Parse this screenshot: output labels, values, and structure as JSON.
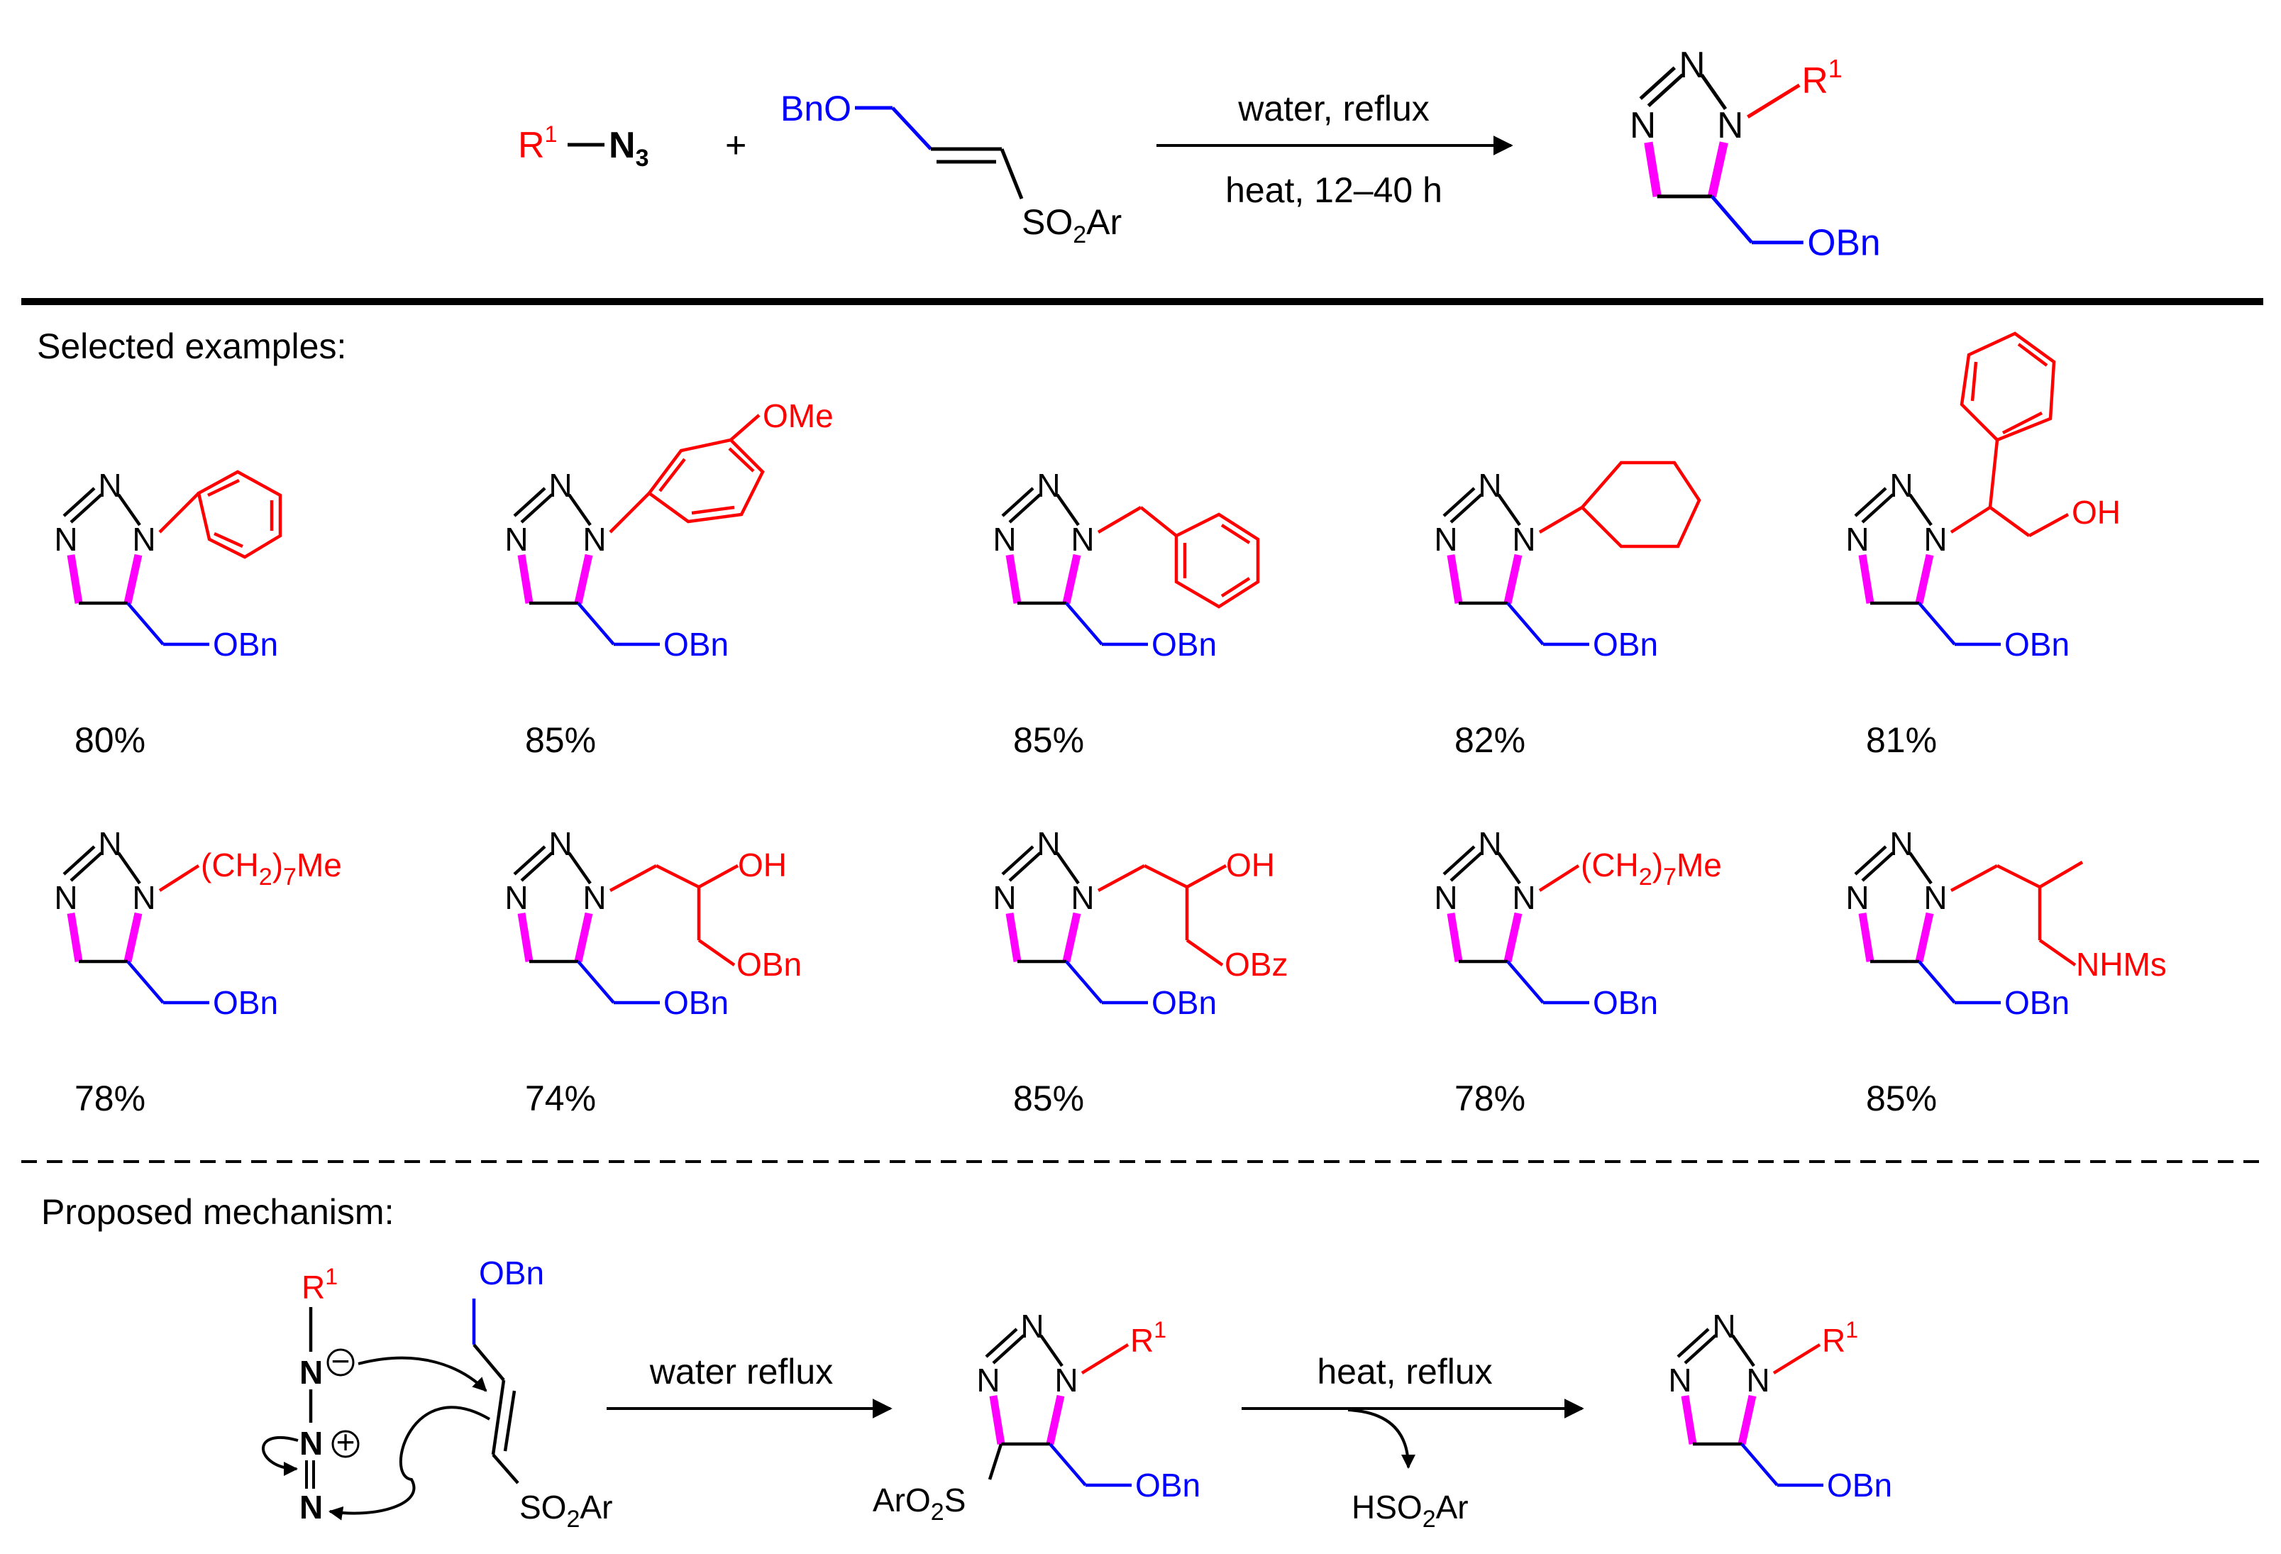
{
  "colors": {
    "substituent": "#ff0000",
    "chain": "#0000ff",
    "new_bond": "#ff00ff",
    "ink": "#000000"
  },
  "reaction": {
    "azide_r": "R",
    "azide_r_sup": "1",
    "azide_n": "N",
    "azide_n_sub": "3",
    "plus": "+",
    "alkene_obn": "BnO",
    "alkene_so2": "SO",
    "alkene_so2_sub": "2",
    "alkene_so2_ar": "Ar",
    "condition_top": "water,  reflux",
    "condition_bottom": "heat, 12–40 h",
    "product_r": "R",
    "product_r_sup": "1",
    "product_obn": "OBn"
  },
  "examples_heading": "Selected examples:",
  "examples": [
    {
      "yield": "80%",
      "chain": "OBn"
    },
    {
      "yield": "85%",
      "chain": "OBn",
      "substituent": "OMe"
    },
    {
      "yield": "85%",
      "chain": "OBn"
    },
    {
      "yield": "82%",
      "chain": "OBn"
    },
    {
      "yield": "81%",
      "chain": "OBn",
      "substituent": "OH"
    },
    {
      "yield": "78%",
      "chain": "OBn",
      "substituent": "(CH",
      "sub2": "2",
      "substituent_tail": ")",
      "sub7": "7",
      "substituent_end": "Me"
    },
    {
      "yield": "74%",
      "chain": "OBn",
      "substituent": "OH",
      "substituent2": "OBn"
    },
    {
      "yield": "85%",
      "chain": "OBn",
      "substituent": "OH",
      "substituent2": "OBz"
    },
    {
      "yield": "78%",
      "chain": "OBn",
      "substituent": "(CH",
      "sub2": "2",
      "substituent_tail": ")",
      "sub7": "7",
      "substituent_end": "Me"
    },
    {
      "yield": "85%",
      "chain": "OBn",
      "substituent": "NHMs"
    }
  ],
  "mechanism_heading": "Proposed mechanism:",
  "mechanism": {
    "r": "R",
    "r_sup": "1",
    "n_minus": "N",
    "minus": "−",
    "n_plus": "N",
    "plus": "+",
    "n_term": "N",
    "obn": "OBn",
    "so2": "SO",
    "so2_sub": "2",
    "so2_ar": "Ar",
    "arrow1": "water reflux",
    "int_r": "R",
    "int_r_sup": "1",
    "int_aro2s": "ArO",
    "int_aro2s_sub": "2",
    "int_aro2s_s": "S",
    "int_obn": "OBn",
    "arrow2": "heat, reflux",
    "leaving": "HSO",
    "leaving_sub": "2",
    "leaving_ar": "Ar",
    "prod_r": "R",
    "prod_r_sup": "1",
    "prod_obn": "OBn"
  },
  "atom_n": "N"
}
